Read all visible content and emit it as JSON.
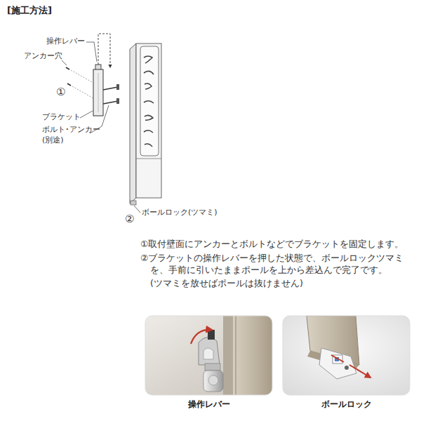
{
  "diagram": {
    "title": "[施工方法]",
    "nodes": [
      {
        "text": [
          "操作レバー"
        ]
      },
      {
        "text": [
          "ボールロック"
        ]
      }
    ],
    "labels": [
      "操作レバー",
      "アンカー穴",
      "①",
      "ブラケット",
      "ボルト･アンカー (別途)",
      "②",
      "ボールロック(ツマミ)",
      "①取付壁面にアンカーとボルトなどでブラケットを固定します。",
      "②ブラケットの操作レバーを押した状態で、ボールロックツマミを、手前に引いたままポールを上から差込んで完了です。",
      "(ツマミを放せばポールは抜けません)"
    ]
  }
}
